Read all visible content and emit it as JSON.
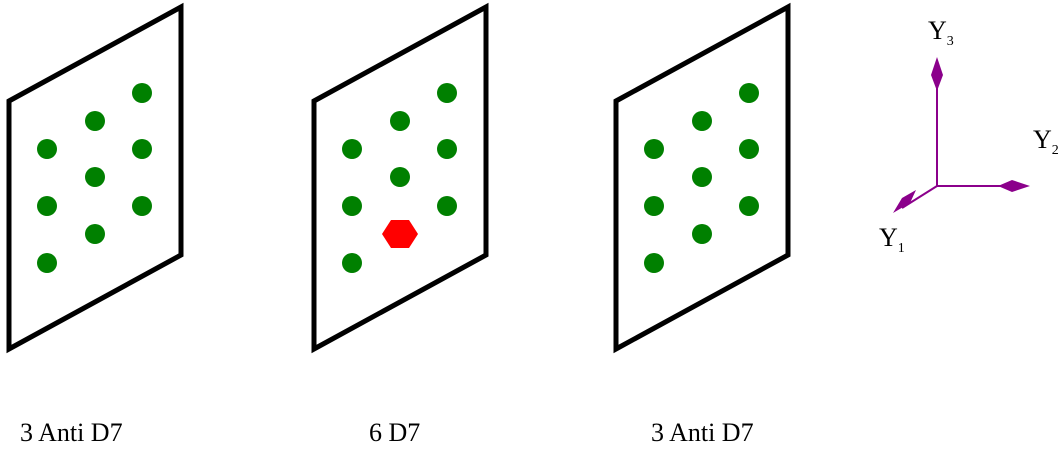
{
  "panels": [
    {
      "caption": "3 Anti D7",
      "special_dot": null
    },
    {
      "caption": "6 D7",
      "special_dot": 5
    },
    {
      "caption": "3 Anti D7",
      "special_dot": null
    }
  ],
  "axes": {
    "y1": {
      "letter": "Y",
      "sub": "1"
    },
    "y2": {
      "letter": "Y",
      "sub": "2"
    },
    "y3": {
      "letter": "Y",
      "sub": "3"
    }
  },
  "colors": {
    "frame": "#000000",
    "dot": "#008000",
    "special": "#ff0000",
    "axis": "#8b008b"
  }
}
